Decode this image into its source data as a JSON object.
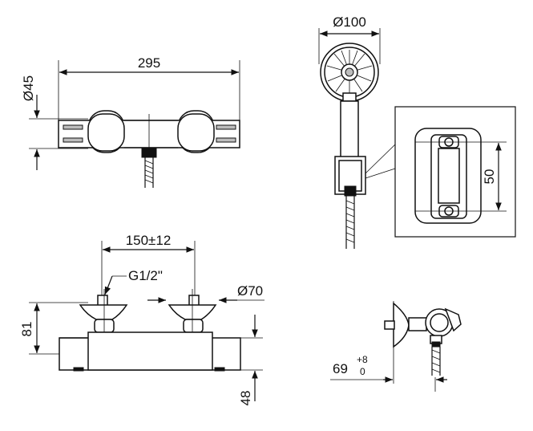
{
  "top_view": {
    "width_label": "295",
    "diameter_label": "Ø45"
  },
  "handshower": {
    "diameter_label": "Ø100"
  },
  "bracket_detail": {
    "height_label": "50"
  },
  "front_view": {
    "spacing_label": "150±12",
    "thread_label": "G1/2\"",
    "escutcheon_label": "Ø70",
    "height_label": "81",
    "body_label": "48"
  },
  "side_view": {
    "offset_label": "69",
    "tol_plus": "+8",
    "tol_minus": "0"
  }
}
